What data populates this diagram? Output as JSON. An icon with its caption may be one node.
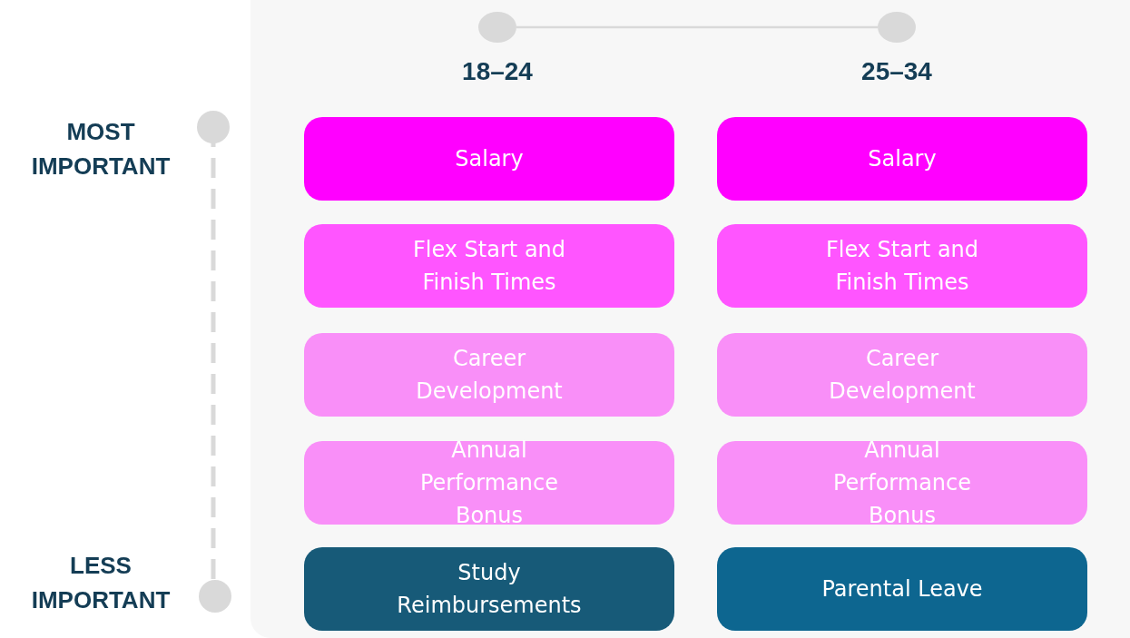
{
  "diagram": {
    "nodes": [
      {
        "text": [],
        "shape": "circle"
      },
      {
        "text": [],
        "shape": "circle"
      },
      {
        "text": [
          "Salary"
        ]
      },
      {
        "text": [
          "Salary"
        ]
      },
      {
        "text": [
          "Flex Start and Finish Times"
        ]
      },
      {
        "text": [
          "Flex Start and Finish Times"
        ]
      },
      {
        "text": [
          "Career Development"
        ]
      },
      {
        "text": [
          "Career Development"
        ]
      },
      {
        "text": [
          "Annual Performance Bonus"
        ]
      },
      {
        "text": [
          "Annual Performance Bonus"
        ]
      },
      {
        "text": [
          "Study Reimbursements"
        ]
      },
      {
        "text": [
          "Parental Leave"
        ]
      }
    ],
    "edges": [
      {
        "from": 0,
        "to": 1,
        "arrow": "none"
      }
    ],
    "labels": [
      "18–24",
      "25–34",
      "MOST IMPORTANT",
      "LESS IMPORTANT"
    ]
  }
}
